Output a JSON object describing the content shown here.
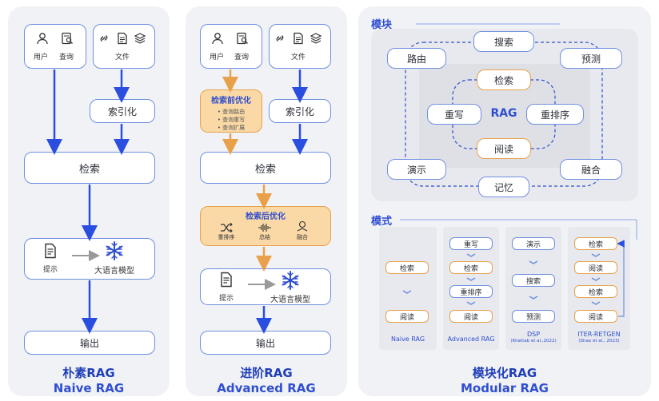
{
  "naive": {
    "user": "用户",
    "query": "查询",
    "docs": "文件",
    "indexing": "索引化",
    "retrieval": "检索",
    "prompt": "提示",
    "llm": "大语言模型",
    "output": "输出",
    "title_cn": "朴素RAG",
    "title_en": "Naive RAG"
  },
  "advanced": {
    "user": "用户",
    "query": "查询",
    "docs": "文件",
    "pre_title": "检索前优化",
    "pre_items": [
      "• 查询路由",
      "• 查询重写",
      "• 查询扩展"
    ],
    "indexing": "索引化",
    "retrieval": "检索",
    "post_title": "检索后优化",
    "post_items": [
      "重排序",
      "总结",
      "融合"
    ],
    "prompt": "提示",
    "llm": "大语言模型",
    "output": "输出",
    "title_cn": "进阶RAG",
    "title_en": "Advanced RAG"
  },
  "modular": {
    "modules_header": "模块",
    "search": "搜索",
    "routing": "路由",
    "predict": "预测",
    "retrieve": "检索",
    "rewrite": "重写",
    "rag": "RAG",
    "rerank": "重排序",
    "read": "阅读",
    "demonstrate": "演示",
    "fusion": "融合",
    "memory": "记忆",
    "modes_header": "模式",
    "modes": [
      {
        "label": "Naive RAG",
        "sub": "",
        "steps": [
          "检索",
          "阅读"
        ]
      },
      {
        "label": "Advanced RAG",
        "sub": "",
        "steps": [
          "重写",
          "检索",
          "重排序",
          "阅读"
        ]
      },
      {
        "label": "DSP",
        "sub": "(Khattab et al.,2022)",
        "steps": [
          "演示",
          "搜索",
          "预测"
        ]
      },
      {
        "label": "ITER-RETGEN",
        "sub": "(Shao et al., 2023)",
        "steps": [
          "检索",
          "阅读",
          "检索",
          "阅读"
        ]
      }
    ],
    "title_cn": "模块化RAG",
    "title_en": "Modular RAG"
  },
  "colors": {
    "accent": "#2f4fd0",
    "arrow_blue": "#2a4fe0",
    "arrow_orange": "#e8a14a",
    "panel": "#f1f2f6"
  }
}
